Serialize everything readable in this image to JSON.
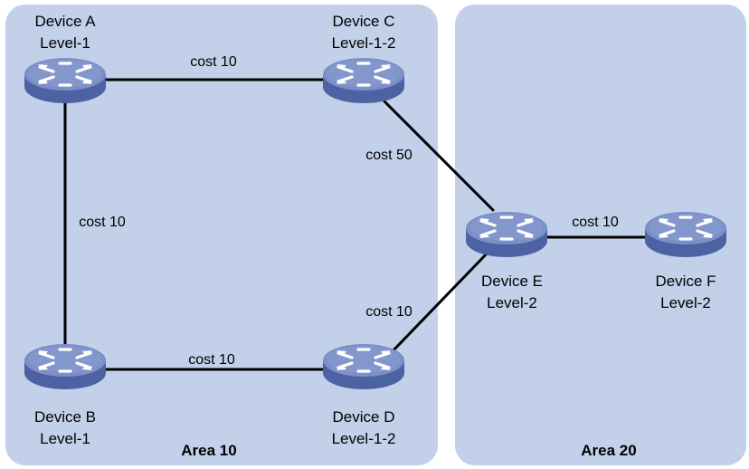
{
  "areas": [
    {
      "id": "area10",
      "label": "Area 10"
    },
    {
      "id": "area20",
      "label": "Area 20"
    }
  ],
  "devices": [
    {
      "id": "A",
      "name": "Device A",
      "level": "Level-1"
    },
    {
      "id": "B",
      "name": "Device B",
      "level": "Level-1"
    },
    {
      "id": "C",
      "name": "Device C",
      "level": "Level-1-2"
    },
    {
      "id": "D",
      "name": "Device D",
      "level": "Level-1-2"
    },
    {
      "id": "E",
      "name": "Device E",
      "level": "Level-2"
    },
    {
      "id": "F",
      "name": "Device F",
      "level": "Level-2"
    }
  ],
  "links": [
    {
      "id": "ac",
      "from": "A",
      "to": "C",
      "cost": "cost 10"
    },
    {
      "id": "ab",
      "from": "A",
      "to": "B",
      "cost": "cost 10"
    },
    {
      "id": "bd",
      "from": "B",
      "to": "D",
      "cost": "cost 10"
    },
    {
      "id": "ce",
      "from": "C",
      "to": "E",
      "cost": "cost 50"
    },
    {
      "id": "de",
      "from": "D",
      "to": "E",
      "cost": "cost 10"
    },
    {
      "id": "ef",
      "from": "E",
      "to": "F",
      "cost": "cost 10"
    }
  ],
  "colors": {
    "area_fill": "#c3d0e9",
    "router_top": "#7b8fc8",
    "router_side": "#4c62a3",
    "link": "#000000"
  },
  "icons": {
    "device": "router-icon"
  }
}
